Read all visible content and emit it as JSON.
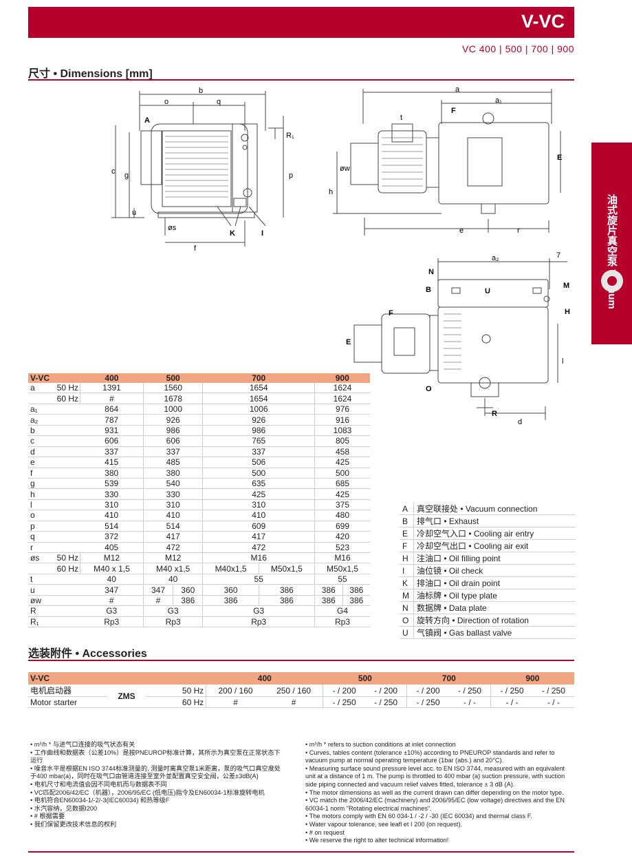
{
  "header": {
    "title": "V-VC",
    "models": "VC   400 | 500 | 700 | 900"
  },
  "sidebar": {
    "label_cn": "油式旋片真空泵",
    "label_en": "Vacuum"
  },
  "dimensions_section": {
    "title": "尺寸 • Dimensions [mm]"
  },
  "drawing_labels": {
    "a": "a",
    "a1": "a₁",
    "a2": "a₂",
    "b": "b",
    "c": "c",
    "d": "d",
    "e": "e",
    "f": "f",
    "g": "g",
    "h": "h",
    "l": "l",
    "o": "o",
    "p": "p",
    "q": "q",
    "r": "r",
    "u": "u",
    "os": "øs",
    "ow": "øw",
    "t": "t",
    "R": "R",
    "R1": "R₁",
    "A": "A",
    "B": "B",
    "E": "E",
    "F": "F",
    "H": "H",
    "I": "I",
    "K": "K",
    "M": "M",
    "N": "N",
    "O": "O",
    "U": "U",
    "seven": "7"
  },
  "dim_table": {
    "header": [
      "V-VC",
      "400",
      "500",
      "700",
      "900"
    ],
    "rows": {
      "a50": {
        "l": "a",
        "h": "50 Hz",
        "c": [
          "1391",
          "1560",
          "1654",
          "1624"
        ]
      },
      "a60": {
        "l": "",
        "h": "60 Hz",
        "c": [
          "#",
          "1678",
          "1654",
          "1624"
        ]
      },
      "a1": {
        "l": "a₁",
        "c": [
          "864",
          "1000",
          "1006",
          "976"
        ]
      },
      "a2": {
        "l": "a₂",
        "c": [
          "787",
          "926",
          "926",
          "916"
        ]
      },
      "b": {
        "l": "b",
        "c": [
          "931",
          "986",
          "986",
          "1083"
        ]
      },
      "c": {
        "l": "c",
        "c": [
          "606",
          "606",
          "765",
          "805"
        ]
      },
      "d": {
        "l": "d",
        "c": [
          "337",
          "337",
          "337",
          "458"
        ]
      },
      "e": {
        "l": "e",
        "c": [
          "415",
          "485",
          "506",
          "425"
        ]
      },
      "f": {
        "l": "f",
        "c": [
          "380",
          "380",
          "500",
          "500"
        ]
      },
      "g": {
        "l": "g",
        "c": [
          "539",
          "540",
          "635",
          "685"
        ]
      },
      "h": {
        "l": "h",
        "c": [
          "330",
          "330",
          "425",
          "425"
        ]
      },
      "l": {
        "l": "l",
        "c": [
          "310",
          "310",
          "310",
          "375"
        ]
      },
      "o": {
        "l": "o",
        "c": [
          "410",
          "410",
          "410",
          "480"
        ]
      },
      "p": {
        "l": "p",
        "c": [
          "514",
          "514",
          "609",
          "699"
        ]
      },
      "q": {
        "l": "q",
        "c": [
          "372",
          "417",
          "417",
          "420"
        ]
      },
      "r": {
        "l": "r",
        "c": [
          "405",
          "472",
          "472",
          "523"
        ]
      },
      "s50": {
        "l": "øs",
        "h": "50 Hz",
        "c": [
          "M12",
          "M12",
          "M16",
          "M16"
        ]
      },
      "s60": {
        "l": "",
        "h": "60 Hz",
        "c": [
          "M40 x 1,5",
          "M40 x1,5",
          "M40x1,5",
          "M50x1,5",
          "M50x1,5"
        ]
      },
      "t": {
        "l": "t",
        "c": [
          "40",
          "40",
          "55",
          "55"
        ]
      },
      "u": {
        "l": "u",
        "c": [
          "347",
          "347",
          "360",
          "360",
          "386",
          "386",
          "386"
        ]
      },
      "w": {
        "l": "øw",
        "c": [
          "#",
          "#",
          "386",
          "386",
          "386",
          "386",
          "386"
        ]
      },
      "R": {
        "l": "R",
        "c": [
          "G3",
          "G3",
          "G3",
          "G4"
        ]
      },
      "R1": {
        "l": "R₁",
        "c": [
          "Rp3",
          "Rp3",
          "Rp3",
          "Rp3"
        ]
      }
    }
  },
  "legend": [
    {
      "k": "A",
      "v": "真空联接处 • Vacuum connection"
    },
    {
      "k": "B",
      "v": "排气口 • Exhaust"
    },
    {
      "k": "E",
      "v": "冷却空气入口 • Cooling air entry"
    },
    {
      "k": "F",
      "v": "冷却空气出口 • Cooling air exit"
    },
    {
      "k": "H",
      "v": "注油口 • Oil filling point"
    },
    {
      "k": "I",
      "v": "油位镜 • Oil check"
    },
    {
      "k": "K",
      "v": "排油口 • Oil drain point"
    },
    {
      "k": "M",
      "v": "油标牌 • Oil type plate"
    },
    {
      "k": "N",
      "v": "数据牌 • Data plate"
    },
    {
      "k": "O",
      "v": "旋转方向 • Direction of rotation"
    },
    {
      "k": "U",
      "v": "气镇阀 • Gas ballast valve"
    }
  ],
  "accessories": {
    "title": "选装附件 • Accessories",
    "header": [
      "V-VC",
      "400",
      "500",
      "700",
      "900"
    ],
    "name_cn": "电机启动器",
    "name_en": "Motor starter",
    "code": "ZMS",
    "r50": {
      "hz": "50 Hz",
      "c": [
        "200 / 160",
        "250 / 160",
        "- / 200",
        "- / 200",
        "- / 200",
        "- / 250",
        "- / 250",
        "- / 250"
      ]
    },
    "r60": {
      "hz": "60 Hz",
      "c": [
        "#",
        "#",
        "- / 250",
        "- / 250",
        "- / 250",
        "- / -",
        "- / -",
        "- / -"
      ]
    }
  },
  "notes_cn": [
    "• m³/h * 与进气口连接的吸气状态有关",
    "• 工作曲线和数据表（公差10%）是按PNEUROP标准计算，其所示为真空泵在正常状态下",
    "运行",
    "• 噪音水平是根据EN ISO 3744标准测量的, 测量时离真空泵1米距离，泵的吸气口真空度处",
    "于400 mbar(a)，同时在吸气口由管道连接至室外並配置真空安全阀，公差±3dB(A)",
    "• 电机尺寸和电流值会因不同电机而与数据表不同",
    "• VC匹配2006/42/EC（机器），2006/95/EC (低电压)指令及EN60034-1标准旋转电机",
    "• 电机符合EN60034-1/-2/-3(IEC60034) 和热等级F",
    "• 水汽容纳，见数据I200",
    "• # 根据需要",
    "• 我们保留更改技术信息的权利"
  ],
  "notes_en": [
    "• m³/h *  refers to suction conditions at inlet connection",
    "• Curves, tables content (tolerance ±10%) according to PNEUROP standards and refer to",
    "vacuum pump at normal operating temperature (1bar (abs.) and 20°C).",
    "• Measuring surface sound pressure level acc. to EN ISO 3744, measured with an equivalent",
    "unit at a distance of 1 m. The pump is throttled to 400 mbar (a) suction pressure, with suction",
    "side piping connected and vacuum relief valves fitted, tolerance ± 3 dB (A).",
    "• The motor dimensions as well as the current drawn can differ depending on the motor type.",
    "• VC match the 2006/42/EC (machinery) and 2006/95/EC (low voltage) directives and the EN",
    "60034-1 norm \"Rotating electrical machines\".",
    "• The motors comply with EN 60 034-1 / -2 / -30 (IEC 60034) and thermal class F.",
    "• Water vapour tolerance, see leafl et I 200 (on request).",
    "• #  on request",
    "• We reserve the right to alter technical information!"
  ]
}
